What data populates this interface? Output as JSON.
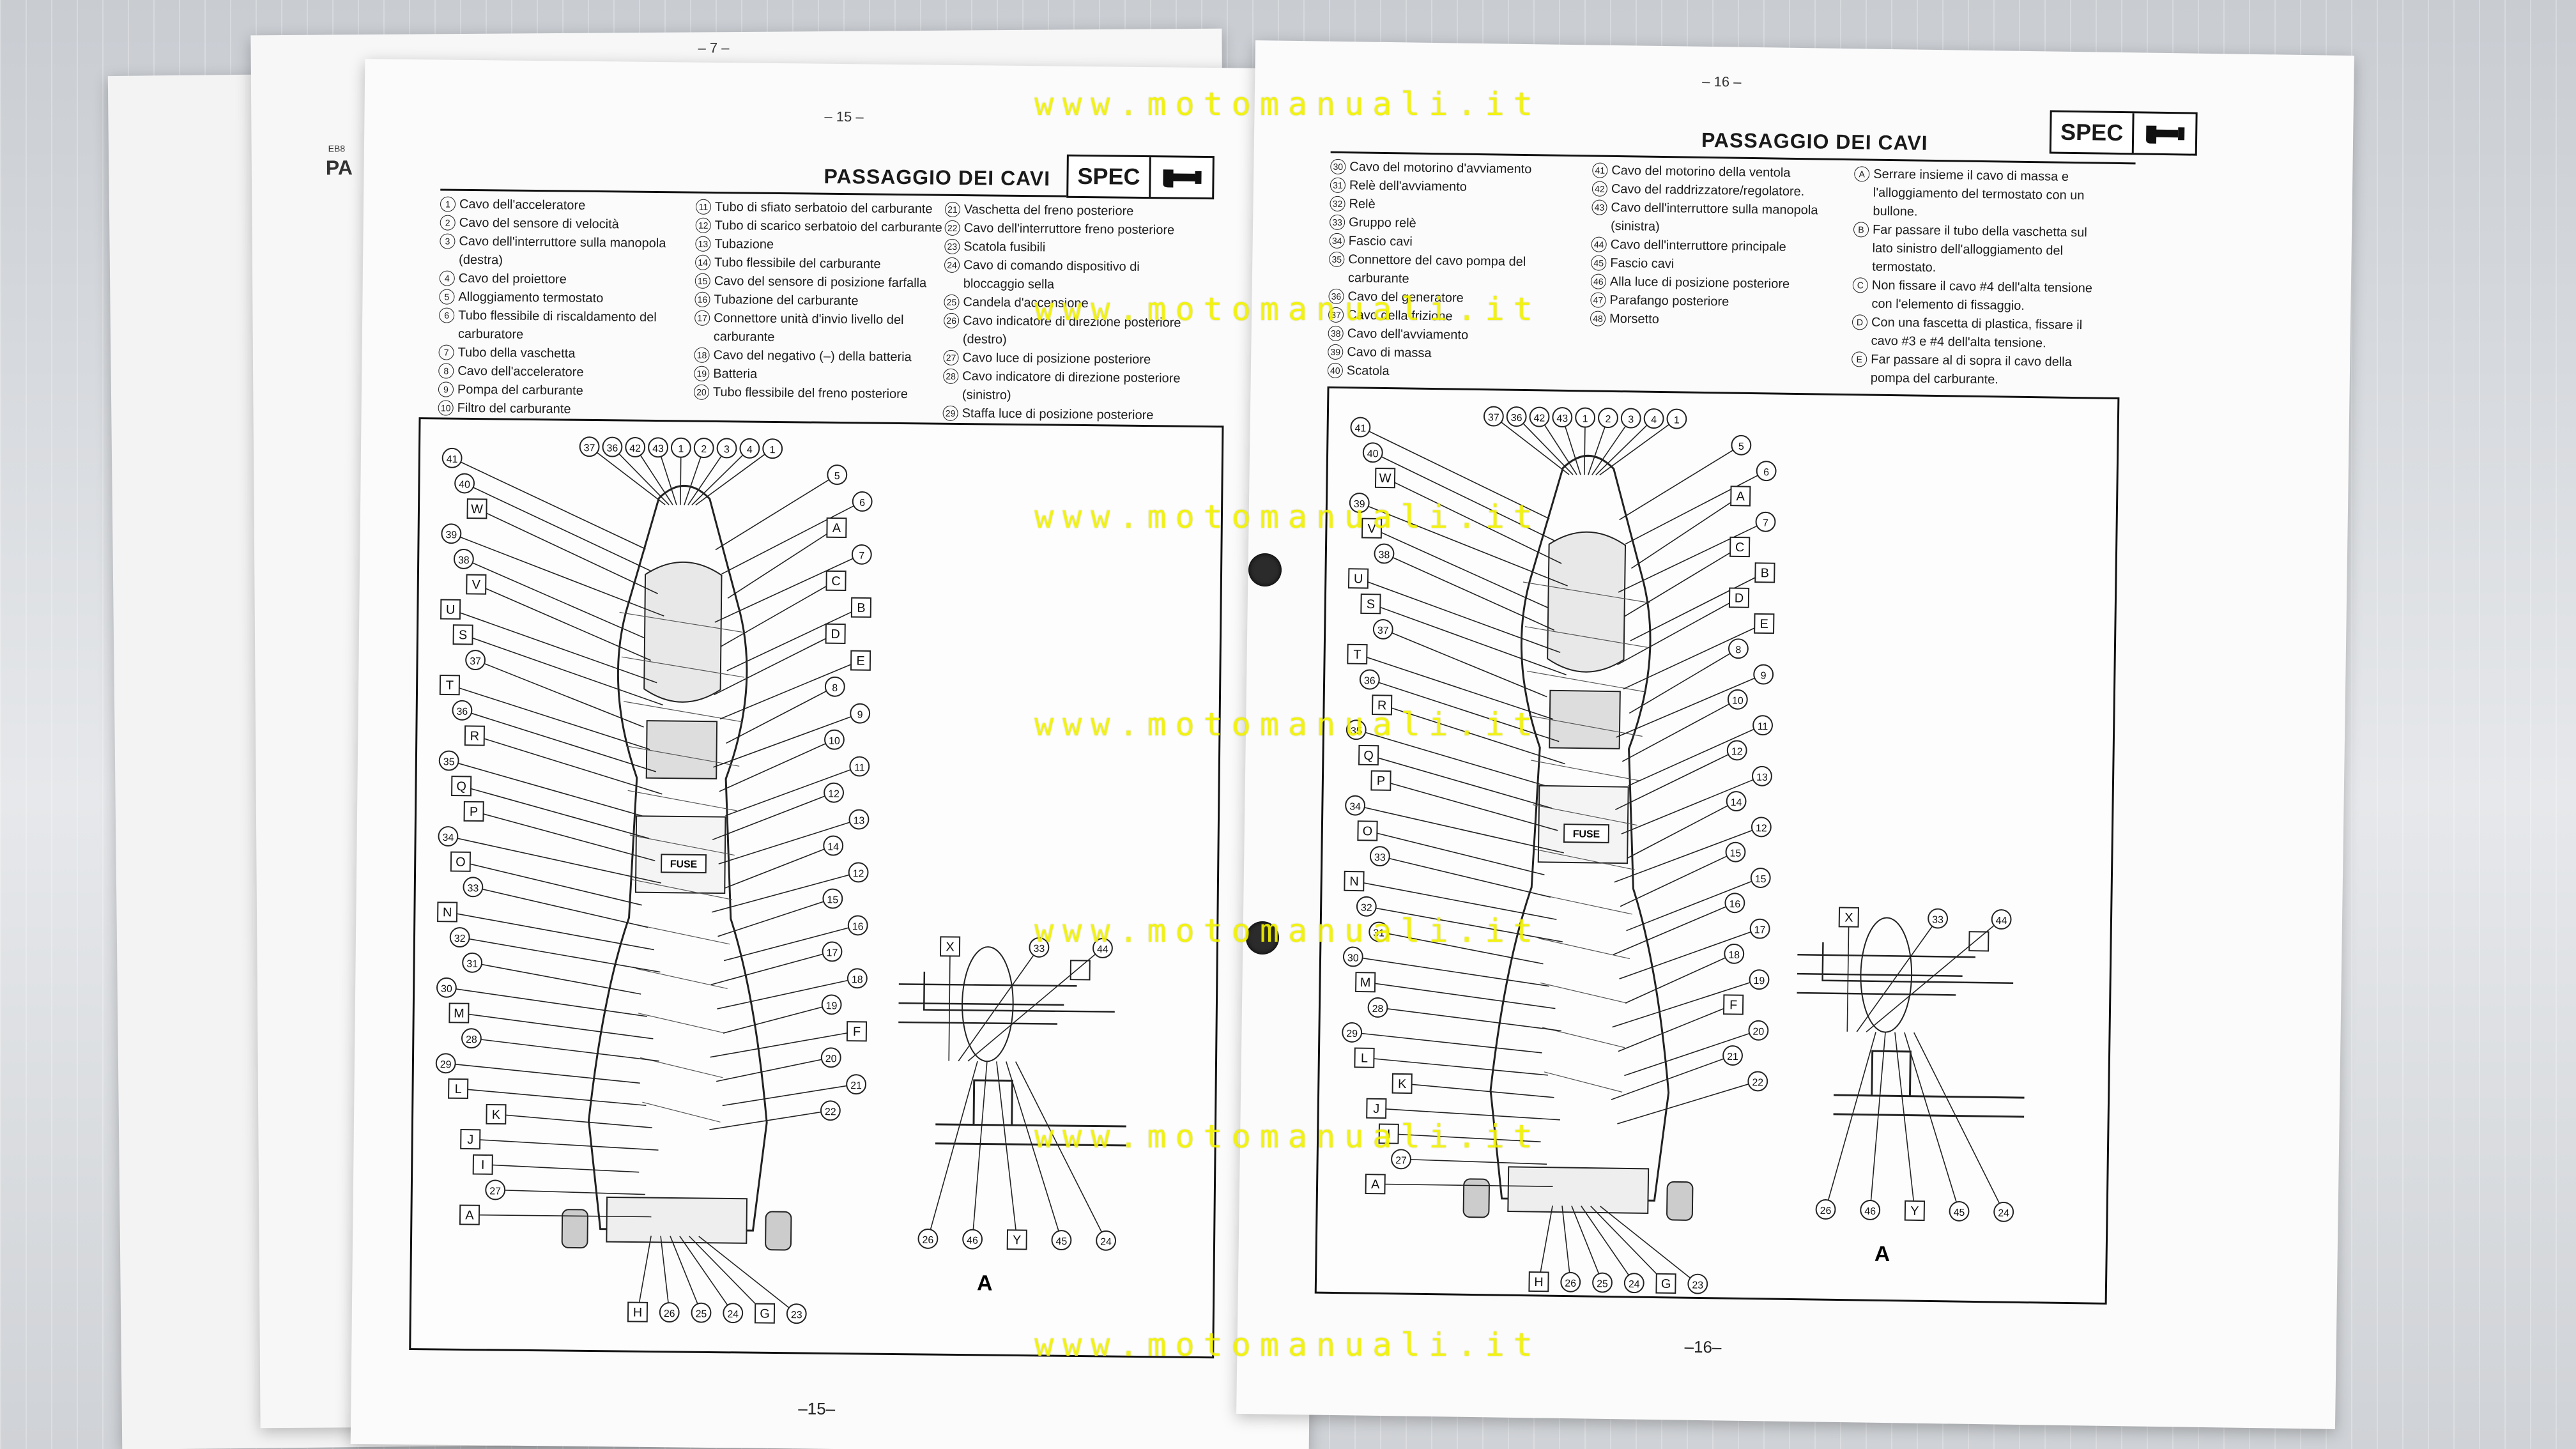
{
  "watermark": "www.motomanuali.it",
  "back_sheet": {
    "page_num_top": "– 7 –",
    "fragment_title": "PA",
    "fragment_code": "EB8"
  },
  "left_page": {
    "page_num_top": "– 15 –",
    "title": "PASSAGGIO DEI CAVI",
    "spec_label": "SPEC",
    "page_num_bottom": "–15–",
    "legend_col1": [
      {
        "n": "1",
        "t": "Cavo dell'acceleratore"
      },
      {
        "n": "2",
        "t": "Cavo del sensore di velocità"
      },
      {
        "n": "3",
        "t": "Cavo dell'interruttore sulla manopola (destra)"
      },
      {
        "n": "4",
        "t": "Cavo del proiettore"
      },
      {
        "n": "5",
        "t": "Alloggiamento termostato"
      },
      {
        "n": "6",
        "t": "Tubo flessibile di riscaldamento del carburatore"
      },
      {
        "n": "7",
        "t": "Tubo della vaschetta"
      },
      {
        "n": "8",
        "t": "Cavo dell'acceleratore"
      },
      {
        "n": "9",
        "t": "Pompa del carburante"
      },
      {
        "n": "10",
        "t": "Filtro del carburante"
      }
    ],
    "legend_col2": [
      {
        "n": "11",
        "t": "Tubo di sfiato serbatoio del carburante"
      },
      {
        "n": "12",
        "t": "Tubo di scarico serbatoio del carburante"
      },
      {
        "n": "13",
        "t": "Tubazione"
      },
      {
        "n": "14",
        "t": "Tubo flessibile del carburante"
      },
      {
        "n": "15",
        "t": "Cavo del sensore di posizione farfalla"
      },
      {
        "n": "16",
        "t": "Tubazione del carburante"
      },
      {
        "n": "17",
        "t": "Connettore unità d'invio livello del carburante"
      },
      {
        "n": "18",
        "t": "Cavo del negativo (–) della batteria"
      },
      {
        "n": "19",
        "t": "Batteria"
      },
      {
        "n": "20",
        "t": "Tubo flessibile del freno posteriore"
      }
    ],
    "legend_col3": [
      {
        "n": "21",
        "t": "Vaschetta del freno posteriore"
      },
      {
        "n": "22",
        "t": "Cavo dell'interruttore freno posteriore"
      },
      {
        "n": "23",
        "t": "Scatola fusibili"
      },
      {
        "n": "24",
        "t": "Cavo di comando dispositivo di bloccaggio sella"
      },
      {
        "n": "25",
        "t": "Candela d'accensione"
      },
      {
        "n": "26",
        "t": "Cavo indicatore di direzione posteriore (destro)"
      },
      {
        "n": "27",
        "t": "Cavo luce di posizione posteriore"
      },
      {
        "n": "28",
        "t": "Cavo indicatore di direzione posteriore (sinistro)"
      },
      {
        "n": "29",
        "t": "Staffa luce di posizione posteriore"
      }
    ],
    "diagram": {
      "fuse_label": "FUSE",
      "view_label": "A",
      "left_callouts": [
        "41",
        "40",
        "W",
        "39",
        "38",
        "V",
        "U",
        "S",
        "37",
        "T",
        "36",
        "R",
        "35",
        "Q",
        "P",
        "34",
        "O",
        "33",
        "N",
        "32",
        "31",
        "30",
        "M",
        "28",
        "29",
        "L",
        "K",
        "J",
        "I",
        "27",
        "A"
      ],
      "top_callouts": [
        "37",
        "36",
        "42",
        "43",
        "1",
        "2",
        "3",
        "4",
        "1"
      ],
      "right_callouts": [
        "5",
        "6",
        "A",
        "7",
        "C",
        "B",
        "D",
        "E",
        "8",
        "9",
        "10",
        "11",
        "12",
        "13",
        "14",
        "12",
        "15",
        "16",
        "17",
        "18",
        "19",
        "F",
        "20",
        "21",
        "22"
      ],
      "bottom_callouts": [
        "H",
        "26",
        "25",
        "24",
        "G",
        "23"
      ],
      "inset_callouts": [
        "X",
        "33",
        "44",
        "26",
        "46",
        "Y",
        "45",
        "24"
      ]
    }
  },
  "right_page": {
    "page_num_top": "– 16 –",
    "title": "PASSAGGIO DEI CAVI",
    "spec_label": "SPEC",
    "page_num_bottom": "–16–",
    "legend_col1": [
      {
        "n": "30",
        "t": "Cavo del motorino d'avviamento"
      },
      {
        "n": "31",
        "t": "Relè dell'avviamento"
      },
      {
        "n": "32",
        "t": "Relè"
      },
      {
        "n": "33",
        "t": "Gruppo relè"
      },
      {
        "n": "34",
        "t": "Fascio cavi"
      },
      {
        "n": "35",
        "t": "Connettore del cavo pompa del carburante"
      },
      {
        "n": "36",
        "t": "Cavo del generatore"
      },
      {
        "n": "37",
        "t": "Cavo della frizione"
      },
      {
        "n": "38",
        "t": "Cavo dell'avviamento"
      },
      {
        "n": "39",
        "t": "Cavo di massa"
      },
      {
        "n": "40",
        "t": "Scatola"
      }
    ],
    "legend_col2": [
      {
        "n": "41",
        "t": "Cavo del motorino della ventola"
      },
      {
        "n": "42",
        "t": "Cavo del raddrizzatore/regolatore."
      },
      {
        "n": "43",
        "t": "Cavo dell'interruttore sulla manopola (sinistra)"
      },
      {
        "n": "44",
        "t": "Cavo dell'interruttore principale"
      },
      {
        "n": "45",
        "t": "Fascio cavi"
      },
      {
        "n": "46",
        "t": "Alla luce di posizione posteriore"
      },
      {
        "n": "47",
        "t": "Parafango posteriore"
      },
      {
        "n": "48",
        "t": "Morsetto"
      }
    ],
    "legend_col3": [
      {
        "n": "A",
        "t": "Serrare insieme il cavo di massa e l'alloggiamento del termostato con un bullone."
      },
      {
        "n": "B",
        "t": "Far passare il tubo della vaschetta sul lato sinistro dell'alloggiamento del termostato."
      },
      {
        "n": "C",
        "t": "Non fissare il cavo #4 dell'alta tensione con l'elemento di fissaggio."
      },
      {
        "n": "D",
        "t": "Con una fascetta di plastica, fissare il cavo #3 e #4 dell'alta tensione."
      },
      {
        "n": "E",
        "t": "Far passare al di sopra il cavo della pompa del carburante."
      }
    ],
    "diagram": {
      "fuse_label": "FUSE",
      "view_label": "A",
      "left_callouts": [
        "41",
        "40",
        "W",
        "39",
        "V",
        "38",
        "U",
        "S",
        "37",
        "T",
        "36",
        "R",
        "35",
        "Q",
        "P",
        "34",
        "O",
        "33",
        "N",
        "32",
        "31",
        "30",
        "M",
        "28",
        "29",
        "L",
        "K",
        "J",
        "I",
        "27",
        "A"
      ],
      "top_callouts": [
        "37",
        "36",
        "42",
        "43",
        "1",
        "2",
        "3",
        "4",
        "1"
      ],
      "right_callouts": [
        "5",
        "6",
        "A",
        "7",
        "C",
        "B",
        "D",
        "E",
        "8",
        "9",
        "10",
        "11",
        "12",
        "13",
        "14",
        "12",
        "15",
        "15",
        "16",
        "17",
        "18",
        "19",
        "F",
        "20",
        "21",
        "22"
      ],
      "bottom_callouts": [
        "H",
        "26",
        "25",
        "24",
        "G",
        "23"
      ],
      "inset_callouts": [
        "X",
        "33",
        "44",
        "26",
        "46",
        "Y",
        "45",
        "24"
      ]
    }
  }
}
